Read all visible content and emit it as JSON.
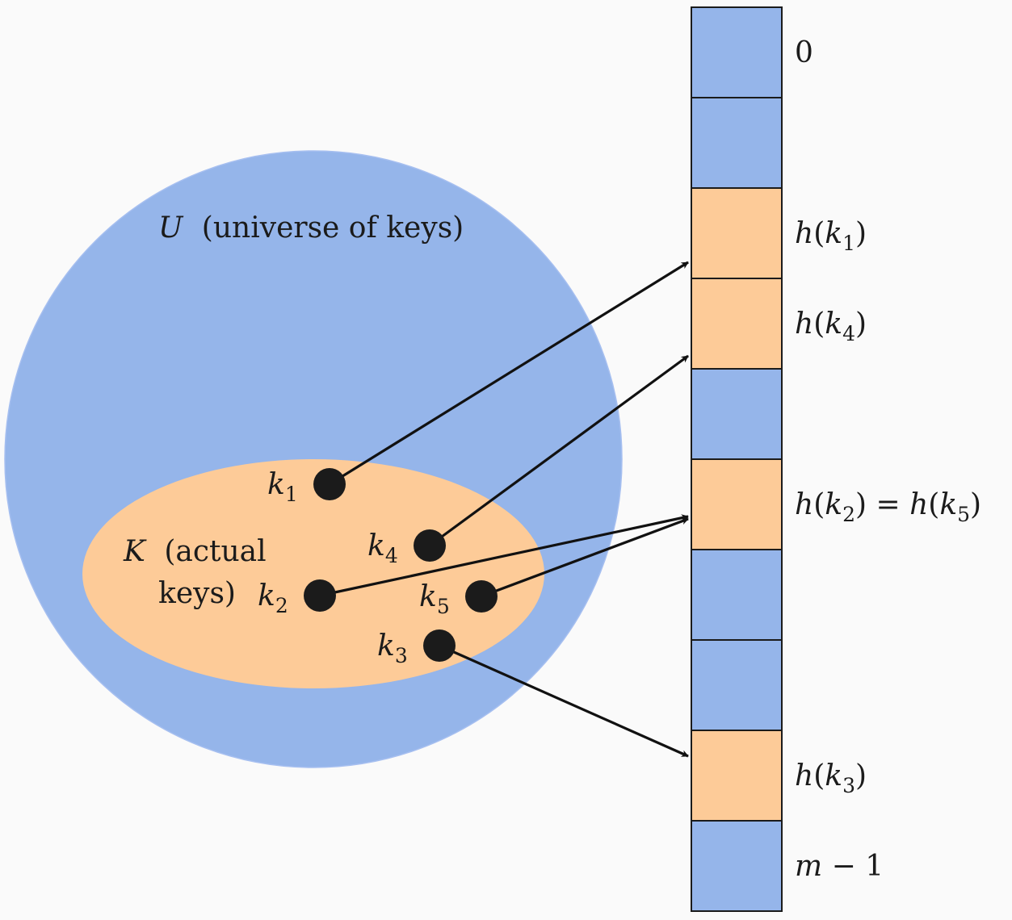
{
  "colors": {
    "background": "#fafafa",
    "universe": "#95b5ea",
    "actual_keys": "#fdcb98",
    "slot_empty": "#95b5ea",
    "slot_used": "#fdcb98",
    "ink": "#1b1b1b"
  },
  "universe": {
    "symbol": "U",
    "text": "(universe of keys)"
  },
  "actual_keys": {
    "symbol": "K",
    "text_line1": "(actual",
    "text_line2": "keys)"
  },
  "keys": [
    {
      "id": "k1",
      "base": "k",
      "sub": "1"
    },
    {
      "id": "k2",
      "base": "k",
      "sub": "2"
    },
    {
      "id": "k3",
      "base": "k",
      "sub": "3"
    },
    {
      "id": "k4",
      "base": "k",
      "sub": "4"
    },
    {
      "id": "k5",
      "base": "k",
      "sub": "5"
    }
  ],
  "table": {
    "slots": [
      {
        "index": 0,
        "state": "empty",
        "label": "0"
      },
      {
        "index": 1,
        "state": "empty",
        "label": ""
      },
      {
        "index": 2,
        "state": "used",
        "label": "h(k1)"
      },
      {
        "index": 3,
        "state": "used",
        "label": "h(k4)"
      },
      {
        "index": 4,
        "state": "empty",
        "label": ""
      },
      {
        "index": 5,
        "state": "used",
        "label": "h(k2) = h(k5)"
      },
      {
        "index": 6,
        "state": "empty",
        "label": ""
      },
      {
        "index": 7,
        "state": "empty",
        "label": ""
      },
      {
        "index": 8,
        "state": "used",
        "label": "h(k3)"
      },
      {
        "index": 9,
        "state": "empty",
        "label": "m − 1"
      }
    ]
  },
  "mappings": [
    {
      "key": "k1",
      "slot": 2
    },
    {
      "key": "k4",
      "slot": 3
    },
    {
      "key": "k2",
      "slot": 5
    },
    {
      "key": "k5",
      "slot": 5
    },
    {
      "key": "k3",
      "slot": 8
    }
  ]
}
